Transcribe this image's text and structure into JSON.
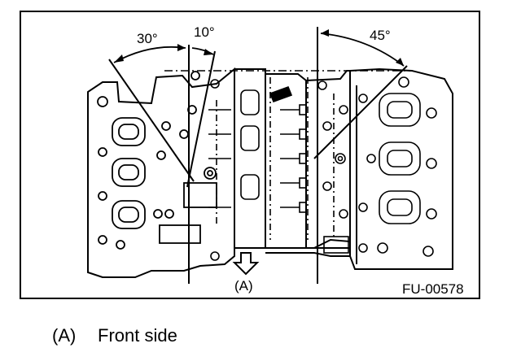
{
  "diagram": {
    "angles": {
      "left_large": "30°",
      "left_small": "10°",
      "right": "45°"
    },
    "direction_label": "(A)",
    "figure_code": "FU-00578"
  },
  "legend": {
    "key": "(A)",
    "text": "Front side"
  }
}
